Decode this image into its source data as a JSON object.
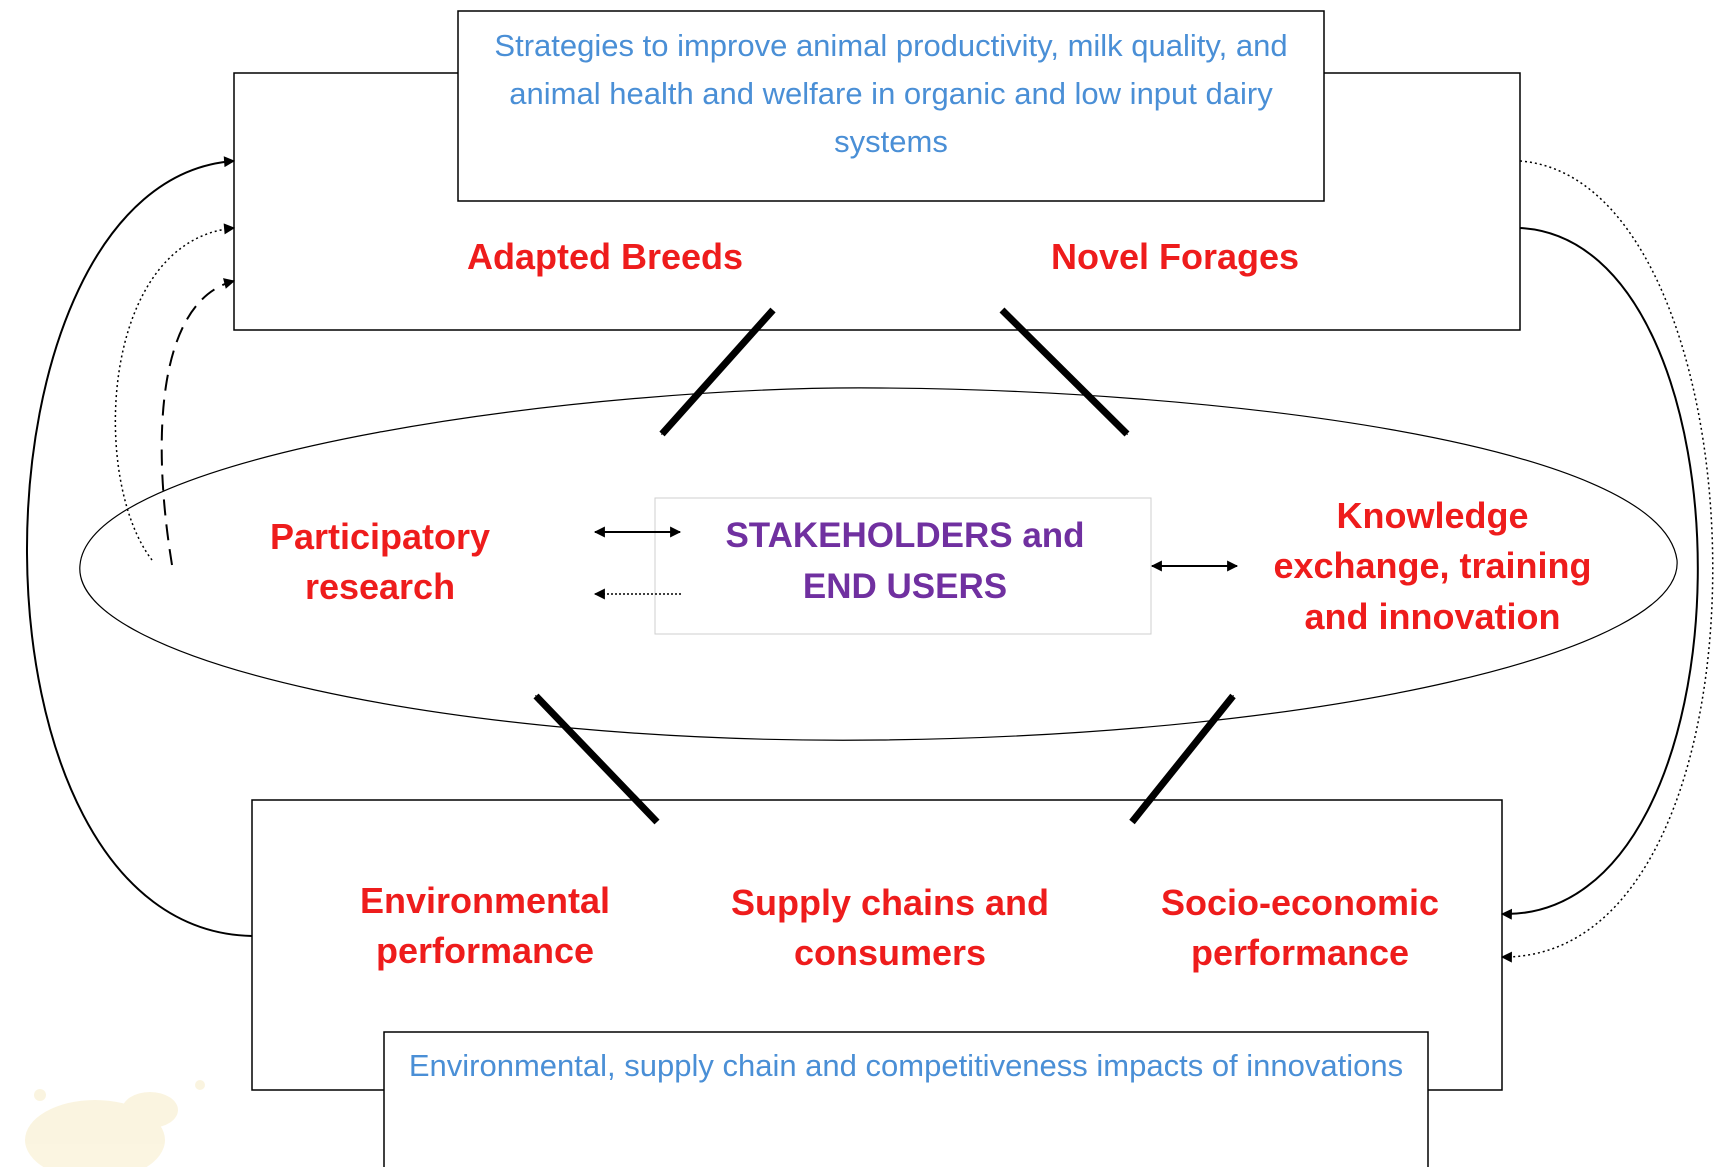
{
  "top_box": {
    "title": "Strategies to improve animal productivity, milk quality, and animal health and welfare in organic and low input dairy systems",
    "left_label": "Adapted Breeds",
    "right_label": "Novel Forages"
  },
  "center": {
    "left_label": "Participatory research",
    "center_label": "STAKEHOLDERS and END USERS",
    "right_label": "Knowledge exchange, training and innovation"
  },
  "bottom_box": {
    "left_label": "Environmental performance",
    "middle_label": "Supply chains and consumers",
    "right_label": "Socio-economic performance",
    "title": "Environmental, supply chain and competitiveness impacts of innovations"
  },
  "colors": {
    "red_label": "#ee1c1c",
    "blue_title": "#4a8fd6",
    "purple_center": "#7030a0",
    "line": "#000000"
  }
}
